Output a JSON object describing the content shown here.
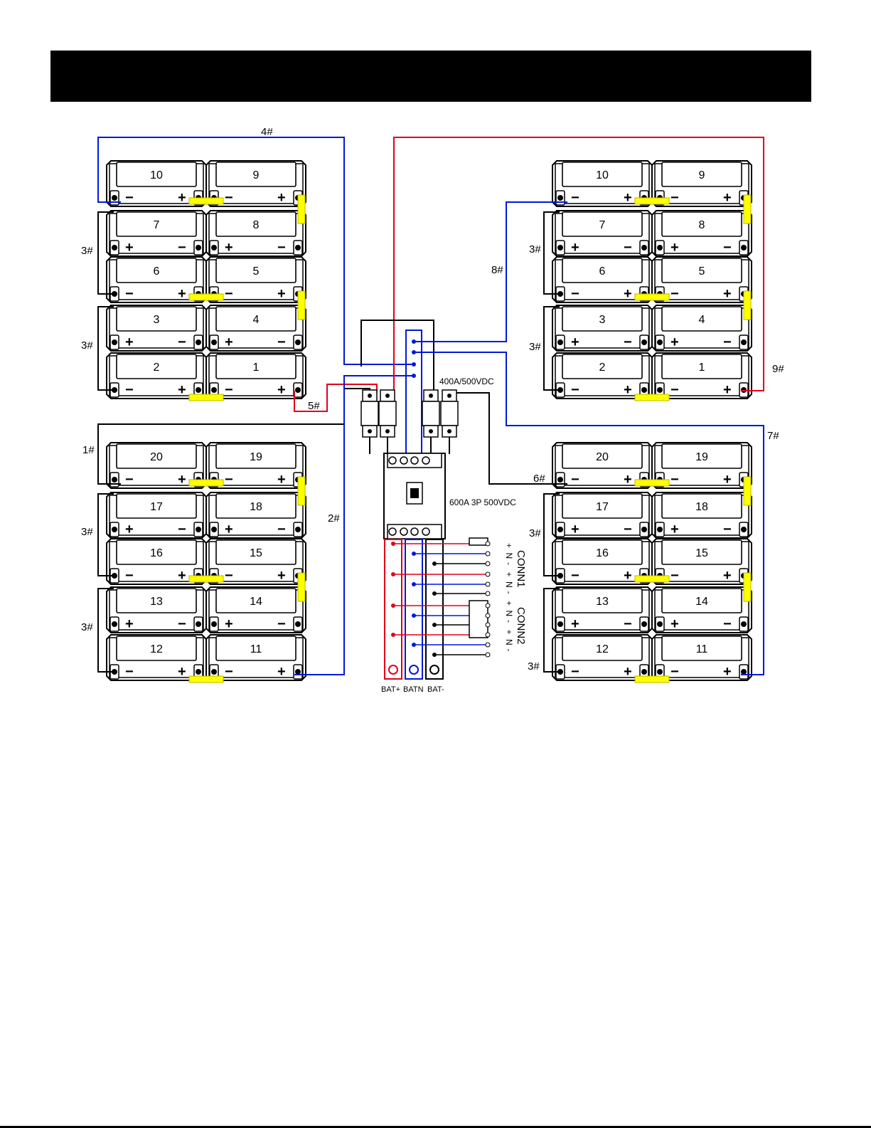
{
  "diagram": {
    "wire_labels": {
      "w4": "4#",
      "w3": "3#",
      "w5": "5#",
      "w1": "1#",
      "w2": "2#",
      "w8": "8#",
      "w9": "9#",
      "w7": "7#",
      "w6": "6#"
    },
    "fuse_rating": "400A/500VDC",
    "breaker_rating": "600A 3P 500VDC",
    "bus_labels": {
      "pos": "BAT+",
      "mid": "BATN",
      "neg": "BAT-"
    },
    "connectors": [
      {
        "name": "CONN1",
        "pins": "+ N - + N - "
      },
      {
        "name": "CONN2",
        "pins": "+ N - + N - "
      }
    ],
    "pin_labels": [
      "+",
      "N",
      "-",
      "+",
      "N",
      "-",
      "+",
      "N",
      "-",
      "+",
      "N",
      "-"
    ],
    "batteries": {
      "row_numbers": [
        [
          "10",
          "9"
        ],
        [
          "7",
          "8"
        ],
        [
          "6",
          "5"
        ],
        [
          "3",
          "4"
        ],
        [
          "2",
          "1"
        ]
      ],
      "lower_row_numbers": [
        [
          "20",
          "19"
        ],
        [
          "17",
          "18"
        ],
        [
          "16",
          "15"
        ],
        [
          "13",
          "14"
        ],
        [
          "12",
          "11"
        ]
      ]
    },
    "colors": {
      "positive": "#e1001a",
      "neutral": "#0018d8",
      "negative": "#000000",
      "jumper": "#ffff00"
    }
  }
}
